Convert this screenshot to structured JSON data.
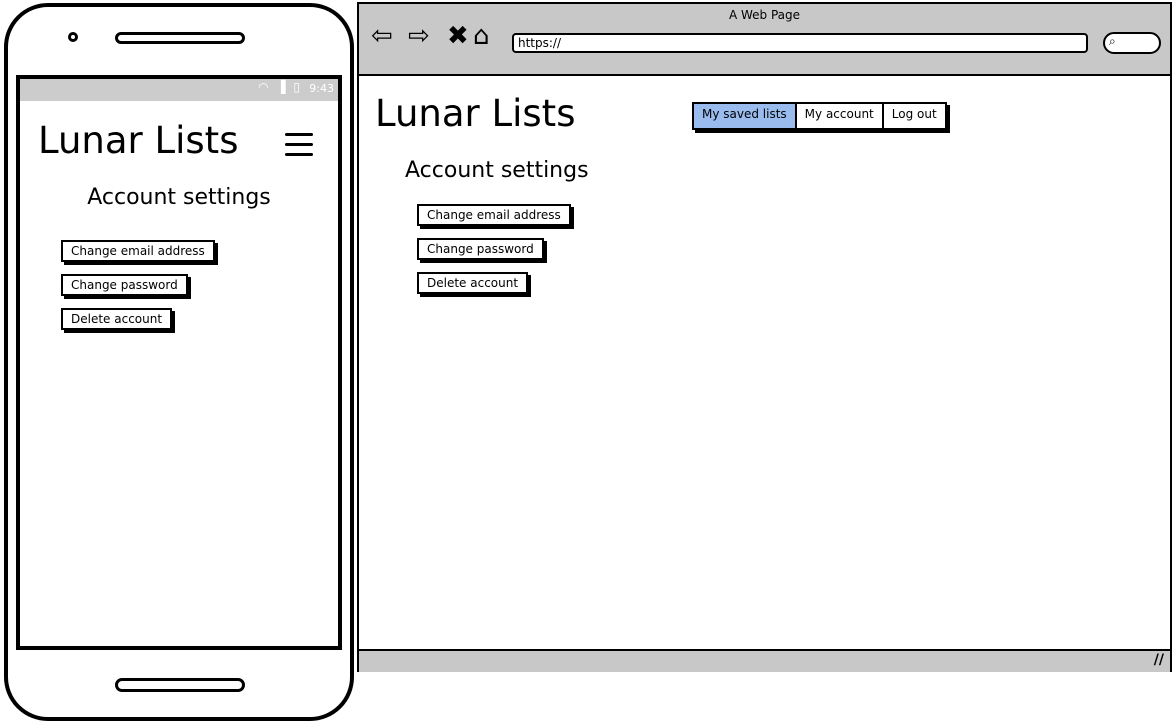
{
  "app_title": "Lunar Lists",
  "section_heading": "Account settings",
  "buttons": {
    "change_email": "Change email address",
    "change_password": "Change password",
    "delete_account": "Delete account"
  },
  "phone": {
    "status_time": "9:43",
    "status_icons": "wifi-icon signal-icon battery-icon"
  },
  "browser": {
    "window_title": "A Web Page",
    "url": "https://",
    "nav_icons": [
      "back-arrow-icon",
      "forward-arrow-icon",
      "close-x-icon",
      "home-icon"
    ],
    "nav_tabs": [
      "My saved lists",
      "My account",
      "Log out"
    ],
    "active_tab": "My saved lists"
  },
  "colors": {
    "active_tab": "#99bbee",
    "browser_chrome": "#c8c8c8",
    "status_bar": "#cccccc"
  }
}
